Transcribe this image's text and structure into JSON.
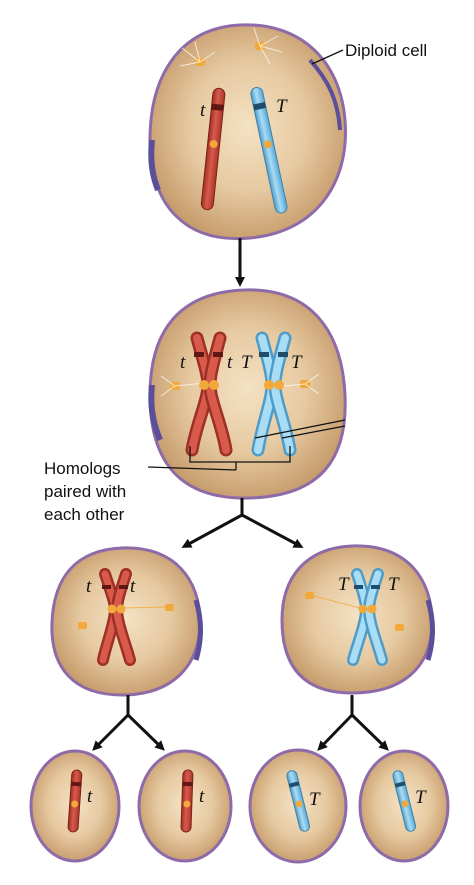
{
  "labels": {
    "diploid_cell": "Diploid cell",
    "homologs_line1": "Homologs",
    "homologs_line2": "paired with",
    "homologs_line3": "each other"
  },
  "alleles": {
    "recessive": "t",
    "dominant": "T"
  },
  "colors": {
    "cell_fill": "#e2c39a",
    "cell_center": "#f4e2c4",
    "cell_rim": "#8e6ba8",
    "chromosome_red": "#c8463a",
    "chromosome_blue": "#7cc4e8",
    "centromere": "#f0a93a",
    "arrow": "#111111"
  }
}
